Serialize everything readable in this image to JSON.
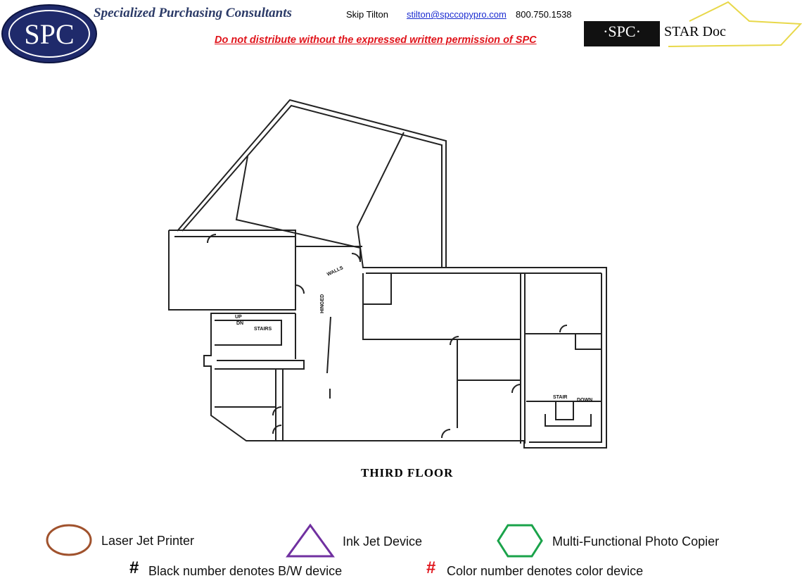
{
  "header": {
    "logo_text": "SPC",
    "company": "Specialized Purchasing Consultants",
    "contact_name": "Skip Tilton",
    "contact_email": "stilton@spccopypro.com",
    "contact_phone": "800.750.1538",
    "warning": "Do not distribute without the expressed written permission of SPC",
    "star_logo_spc": "·SPC·",
    "star_logo_text": "STAR Doc"
  },
  "plan": {
    "labels": {
      "walls": "WALLS",
      "hinged": "HINGED",
      "up": "UP",
      "dn": "DN",
      "stairs": "STAIRS",
      "stair": "STAIR",
      "down": "DOWN"
    },
    "title": "THIRD  FLOOR"
  },
  "legend": {
    "laser": "Laser Jet Printer",
    "inkjet": "Ink Jet Device",
    "mfp": "Multi-Functional Photo Copier",
    "hash": "#",
    "bw": "Black number denotes B/W device",
    "color": "Color number denotes color device",
    "colors": {
      "laser": "#a0522d",
      "inkjet": "#7030a0",
      "mfp": "#1aa34a",
      "color_hash": "#e0141b"
    }
  }
}
